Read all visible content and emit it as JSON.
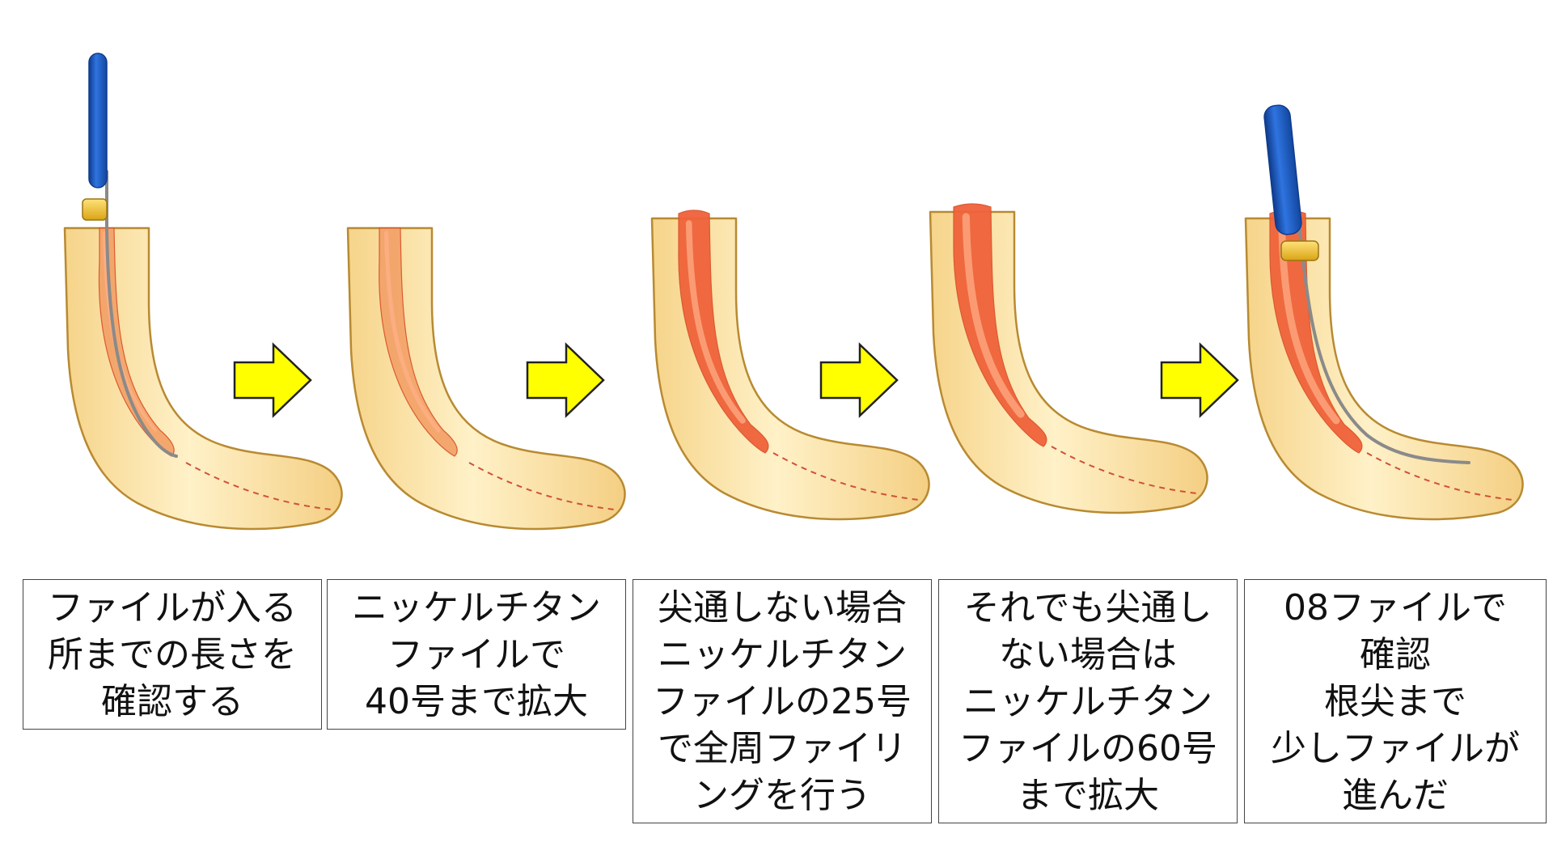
{
  "colors": {
    "tooth": "#fbe3a6",
    "tooth_outline": "#b88a32",
    "canal_narrow": "#f3a46a",
    "canal_wide": "#f0623a",
    "canal_highlight": "#ffb08a",
    "apex_line": "#d0513a",
    "file_handle": "#1f5ec8",
    "file_handle_dark": "#0f3b8c",
    "stopper": "#f2c22c",
    "file_shaft": "#8a8a8a",
    "arrow_fill": "#ffff00",
    "arrow_outline": "#222222",
    "caption_border": "#444444",
    "caption_text": "#111111"
  },
  "steps": [
    {
      "caption_lines": [
        "ファイルが入る",
        "所までの長さを",
        "確認する"
      ]
    },
    {
      "caption_lines": [
        "ニッケルチタン",
        "ファイルで",
        "40号まで拡大"
      ]
    },
    {
      "caption_lines": [
        "尖通しない場合",
        "ニッケルチタン",
        "ファイルの25号",
        "で全周ファイリ",
        "ングを行う"
      ]
    },
    {
      "caption_lines": [
        "それでも尖通し",
        "ない場合は",
        "ニッケルチタン",
        "ファイルの60号",
        "まで拡大"
      ]
    },
    {
      "caption_lines": [
        "08ファイルで",
        "確認",
        "根尖まで",
        "少しファイルが",
        "進んだ"
      ]
    }
  ],
  "arrows": [
    {
      "icon": "right-arrow-icon"
    },
    {
      "icon": "right-arrow-icon"
    },
    {
      "icon": "right-arrow-icon"
    },
    {
      "icon": "right-arrow-icon"
    }
  ]
}
